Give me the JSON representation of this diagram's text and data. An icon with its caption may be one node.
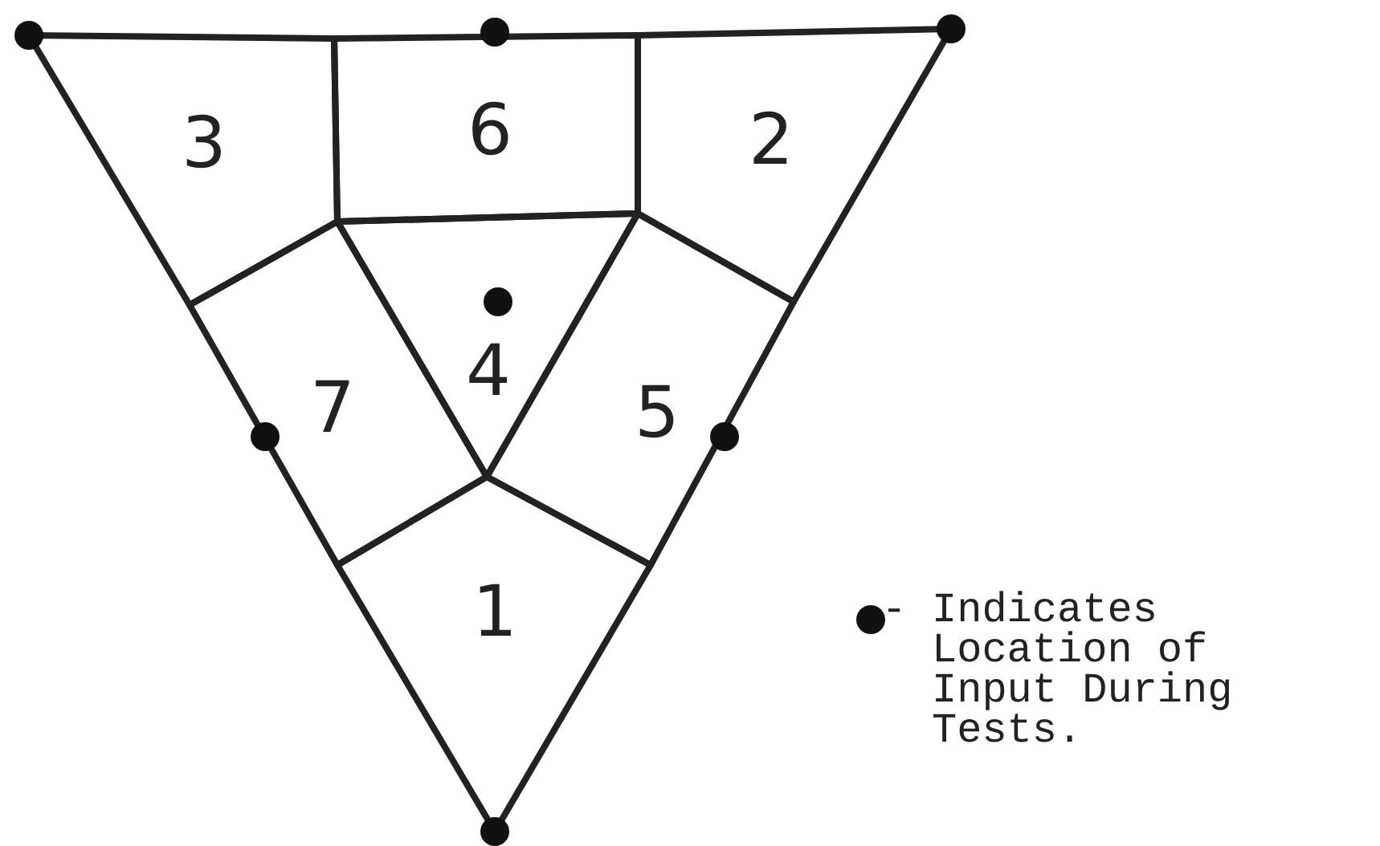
{
  "diagram": {
    "nodes": [
      {
        "text": [
          "3"
        ]
      },
      {
        "text": [
          "6"
        ]
      },
      {
        "text": [
          "2"
        ]
      },
      {
        "text": [
          "7"
        ]
      },
      {
        "text": [
          "4"
        ]
      },
      {
        "text": [
          "5"
        ]
      },
      {
        "text": [
          "1"
        ]
      }
    ],
    "legend": [
      {
        "text": "- Indicates Location of Input During Tests."
      }
    ]
  }
}
